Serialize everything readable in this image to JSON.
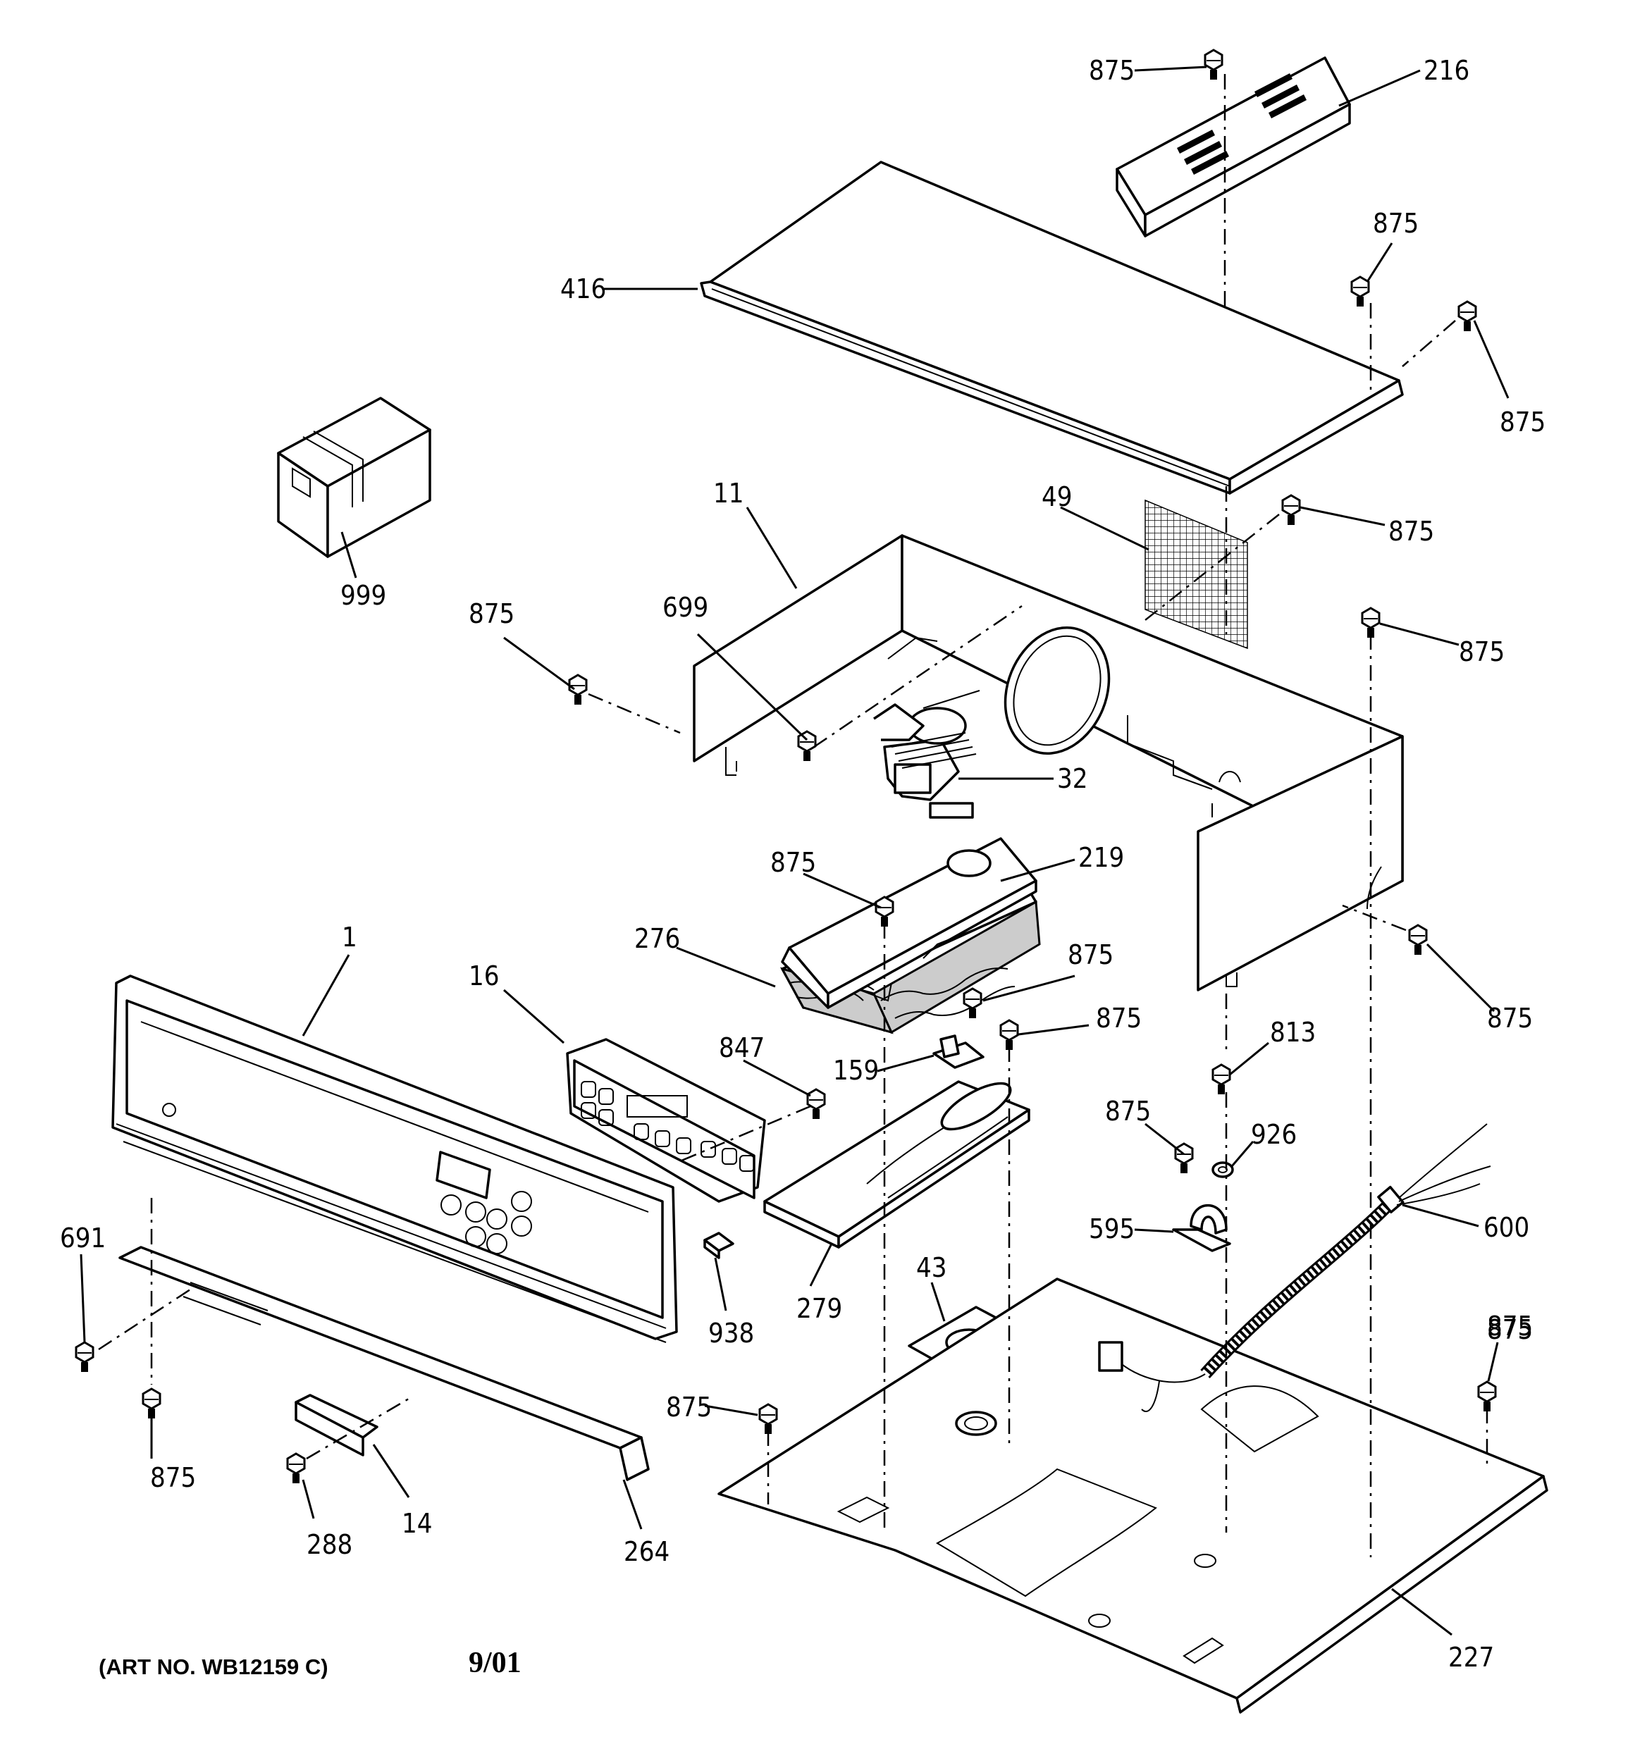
{
  "callouts": [
    {
      "id": "c416",
      "text": "416"
    },
    {
      "id": "c216",
      "text": "216"
    },
    {
      "id": "c875a",
      "text": "875"
    },
    {
      "id": "c875b",
      "text": "875"
    },
    {
      "id": "c875c",
      "text": "875"
    },
    {
      "id": "c999",
      "text": "999"
    },
    {
      "id": "c11",
      "text": "11"
    },
    {
      "id": "c49",
      "text": "49"
    },
    {
      "id": "c875d",
      "text": "875"
    },
    {
      "id": "c875e",
      "text": "875"
    },
    {
      "id": "c699",
      "text": "699"
    },
    {
      "id": "c875f",
      "text": "875"
    },
    {
      "id": "c32",
      "text": "32"
    },
    {
      "id": "c875g",
      "text": "875"
    },
    {
      "id": "c219",
      "text": "219"
    },
    {
      "id": "c276",
      "text": "276"
    },
    {
      "id": "c875h",
      "text": "875"
    },
    {
      "id": "c875i",
      "text": "875"
    },
    {
      "id": "c1",
      "text": "1"
    },
    {
      "id": "c16",
      "text": "16"
    },
    {
      "id": "c847",
      "text": "847"
    },
    {
      "id": "c159",
      "text": "159"
    },
    {
      "id": "c875j",
      "text": "875"
    },
    {
      "id": "c813",
      "text": "813"
    },
    {
      "id": "c875k",
      "text": "875"
    },
    {
      "id": "c926",
      "text": "926"
    },
    {
      "id": "c875l",
      "text": "875"
    },
    {
      "id": "c595",
      "text": "595"
    },
    {
      "id": "c600",
      "text": "600"
    },
    {
      "id": "c691",
      "text": "691"
    },
    {
      "id": "c938",
      "text": "938"
    },
    {
      "id": "c279",
      "text": "279"
    },
    {
      "id": "c43",
      "text": "43"
    },
    {
      "id": "c875m",
      "text": "875"
    },
    {
      "id": "c875n",
      "text": "875"
    },
    {
      "id": "c875o",
      "text": "875"
    },
    {
      "id": "c288",
      "text": "288"
    },
    {
      "id": "c14",
      "text": "14"
    },
    {
      "id": "c264",
      "text": "264"
    },
    {
      "id": "c227",
      "text": "227"
    }
  ],
  "footer": {
    "art_number": "(ART NO. WB12159 C)",
    "date": "9/01"
  },
  "icons": [
    "screw-icon",
    "grommet-icon"
  ]
}
